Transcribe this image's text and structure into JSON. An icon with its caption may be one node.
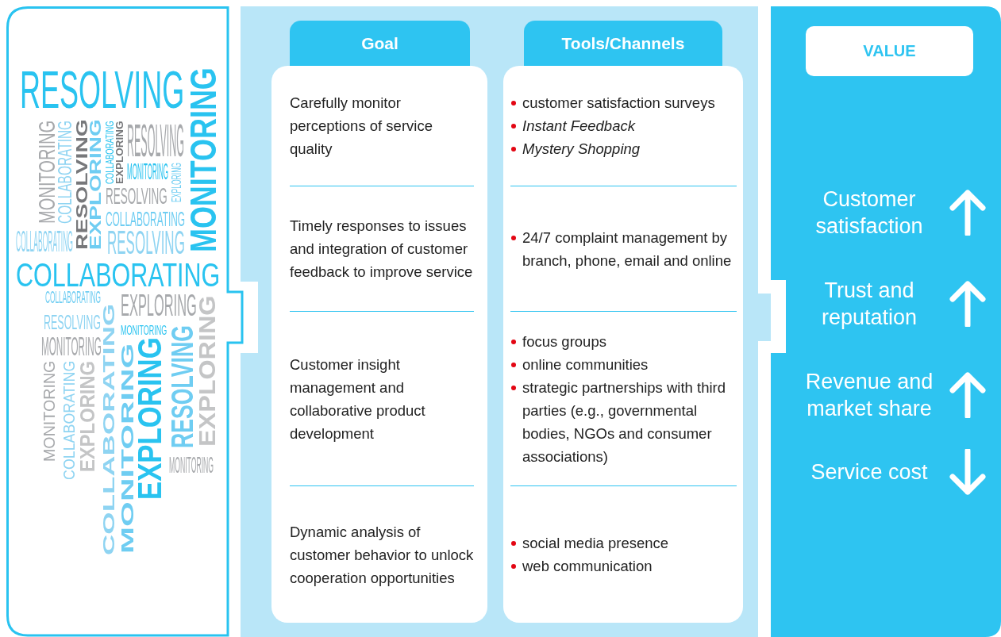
{
  "diagram": {
    "nodes": [
      {
        "text": [
          "RESOLVING",
          "MONITORING",
          "MONITORING",
          "COLLABORATING",
          "RESOLVING",
          "EXPLORING",
          "COLLABORATING",
          "EXPLORING",
          "RESOLVING",
          "MONITORING",
          "EXPLORING",
          "RESOLVING",
          "COLLABORATING",
          "COLLABORATING",
          "RESOLVING",
          "COLLABORATING",
          "COLLABORATING",
          "EXPLORING",
          "RESOLVING",
          "COLLABORATING",
          "MONITORING",
          "EXPLORING",
          "RESOLVING",
          "MONITORING",
          "MONITORING",
          "COLLABORATING",
          "EXPLORING",
          "MONITORING",
          "EXPLORING",
          "MONITORING"
        ]
      },
      {
        "text": [],
        "shape": "box"
      },
      {
        "text": [
          "Goal"
        ],
        "in": 1
      },
      {
        "text": [
          "Tools/Channels"
        ],
        "in": 1
      },
      {
        "text": [],
        "shape": "box",
        "in": 1
      },
      {
        "text": [],
        "shape": "box",
        "in": 1
      },
      {
        "text": [
          "Carefully monitor perceptions of service quality"
        ],
        "in": 4
      },
      {
        "text": [
          "Timely responses to issues and integration of customer feedback to improve service"
        ],
        "in": 4
      },
      {
        "text": [
          "Customer insight management and collaborative product development"
        ],
        "in": 4
      },
      {
        "text": [
          "Dynamic analysis of customer behavior to unlock cooperation opportunities"
        ],
        "in": 4
      },
      {
        "text": [
          "customer satisfaction surveys",
          "*Instant Feedback*",
          "*Mystery Shopping*"
        ],
        "in": 5
      },
      {
        "text": [
          "24/7 complaint management by branch, phone, email and online"
        ],
        "in": 5
      },
      {
        "text": [
          "focus groups",
          "online communities",
          "strategic partnerships with third parties (e.g., governmental bodies, NGOs and consumer associations)"
        ],
        "in": 5
      },
      {
        "text": [
          "social media presence",
          "web communication"
        ],
        "in": 5
      },
      {
        "text": [],
        "shape": "box"
      },
      {
        "text": [
          "VALUE"
        ],
        "in": 14
      },
      {
        "text": [
          "Customer satisfaction"
        ],
        "in": 14
      },
      {
        "text": [
          "Trust and reputation"
        ],
        "in": 14
      },
      {
        "text": [
          "Revenue and market share"
        ],
        "in": 14
      },
      {
        "text": [
          "Service cost"
        ],
        "in": 14
      }
    ]
  }
}
